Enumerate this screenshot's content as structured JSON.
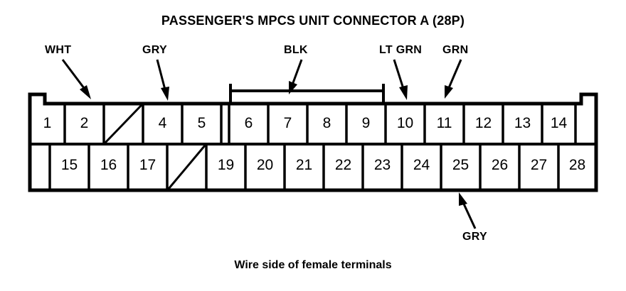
{
  "title": "PASSENGER'S MPCS UNIT CONNECTOR A (28P)",
  "caption": "Wire side of female terminals",
  "connector": {
    "name": "PASSENGER'S MPCS UNIT CONNECTOR A",
    "pin_count_label": "(28P)",
    "pin_count": 28,
    "rows": [
      {
        "row": "top",
        "cells": [
          {
            "label": "1",
            "blank": false
          },
          {
            "label": "2",
            "blank": false
          },
          {
            "label": "",
            "blank": true
          },
          {
            "label": "4",
            "blank": false
          },
          {
            "label": "5",
            "blank": false
          },
          {
            "label": "6",
            "blank": false
          },
          {
            "label": "7",
            "blank": false
          },
          {
            "label": "8",
            "blank": false
          },
          {
            "label": "9",
            "blank": false
          },
          {
            "label": "10",
            "blank": false
          },
          {
            "label": "11",
            "blank": false
          },
          {
            "label": "12",
            "blank": false
          },
          {
            "label": "13",
            "blank": false
          },
          {
            "label": "14",
            "blank": false
          }
        ]
      },
      {
        "row": "bottom",
        "cells": [
          {
            "label": "15",
            "blank": false
          },
          {
            "label": "16",
            "blank": false
          },
          {
            "label": "17",
            "blank": false
          },
          {
            "label": "",
            "blank": true
          },
          {
            "label": "19",
            "blank": false
          },
          {
            "label": "20",
            "blank": false
          },
          {
            "label": "21",
            "blank": false
          },
          {
            "label": "22",
            "blank": false
          },
          {
            "label": "23",
            "blank": false
          },
          {
            "label": "24",
            "blank": false
          },
          {
            "label": "25",
            "blank": false
          },
          {
            "label": "26",
            "blank": false
          },
          {
            "label": "27",
            "blank": false
          },
          {
            "label": "28",
            "blank": false
          }
        ]
      }
    ]
  },
  "wire_labels": [
    {
      "id": "wht",
      "text": "WHT",
      "points_to": "2"
    },
    {
      "id": "gry_top",
      "text": "GRY",
      "points_to": "4"
    },
    {
      "id": "blk",
      "text": "BLK",
      "points_to": "6-9"
    },
    {
      "id": "lt_grn",
      "text": "LT GRN",
      "points_to": "10"
    },
    {
      "id": "grn",
      "text": "GRN",
      "points_to": "11"
    },
    {
      "id": "gry_bot",
      "text": "GRY",
      "points_to": "25"
    }
  ],
  "colors": {
    "ink": "#000000",
    "paper": "#ffffff"
  }
}
